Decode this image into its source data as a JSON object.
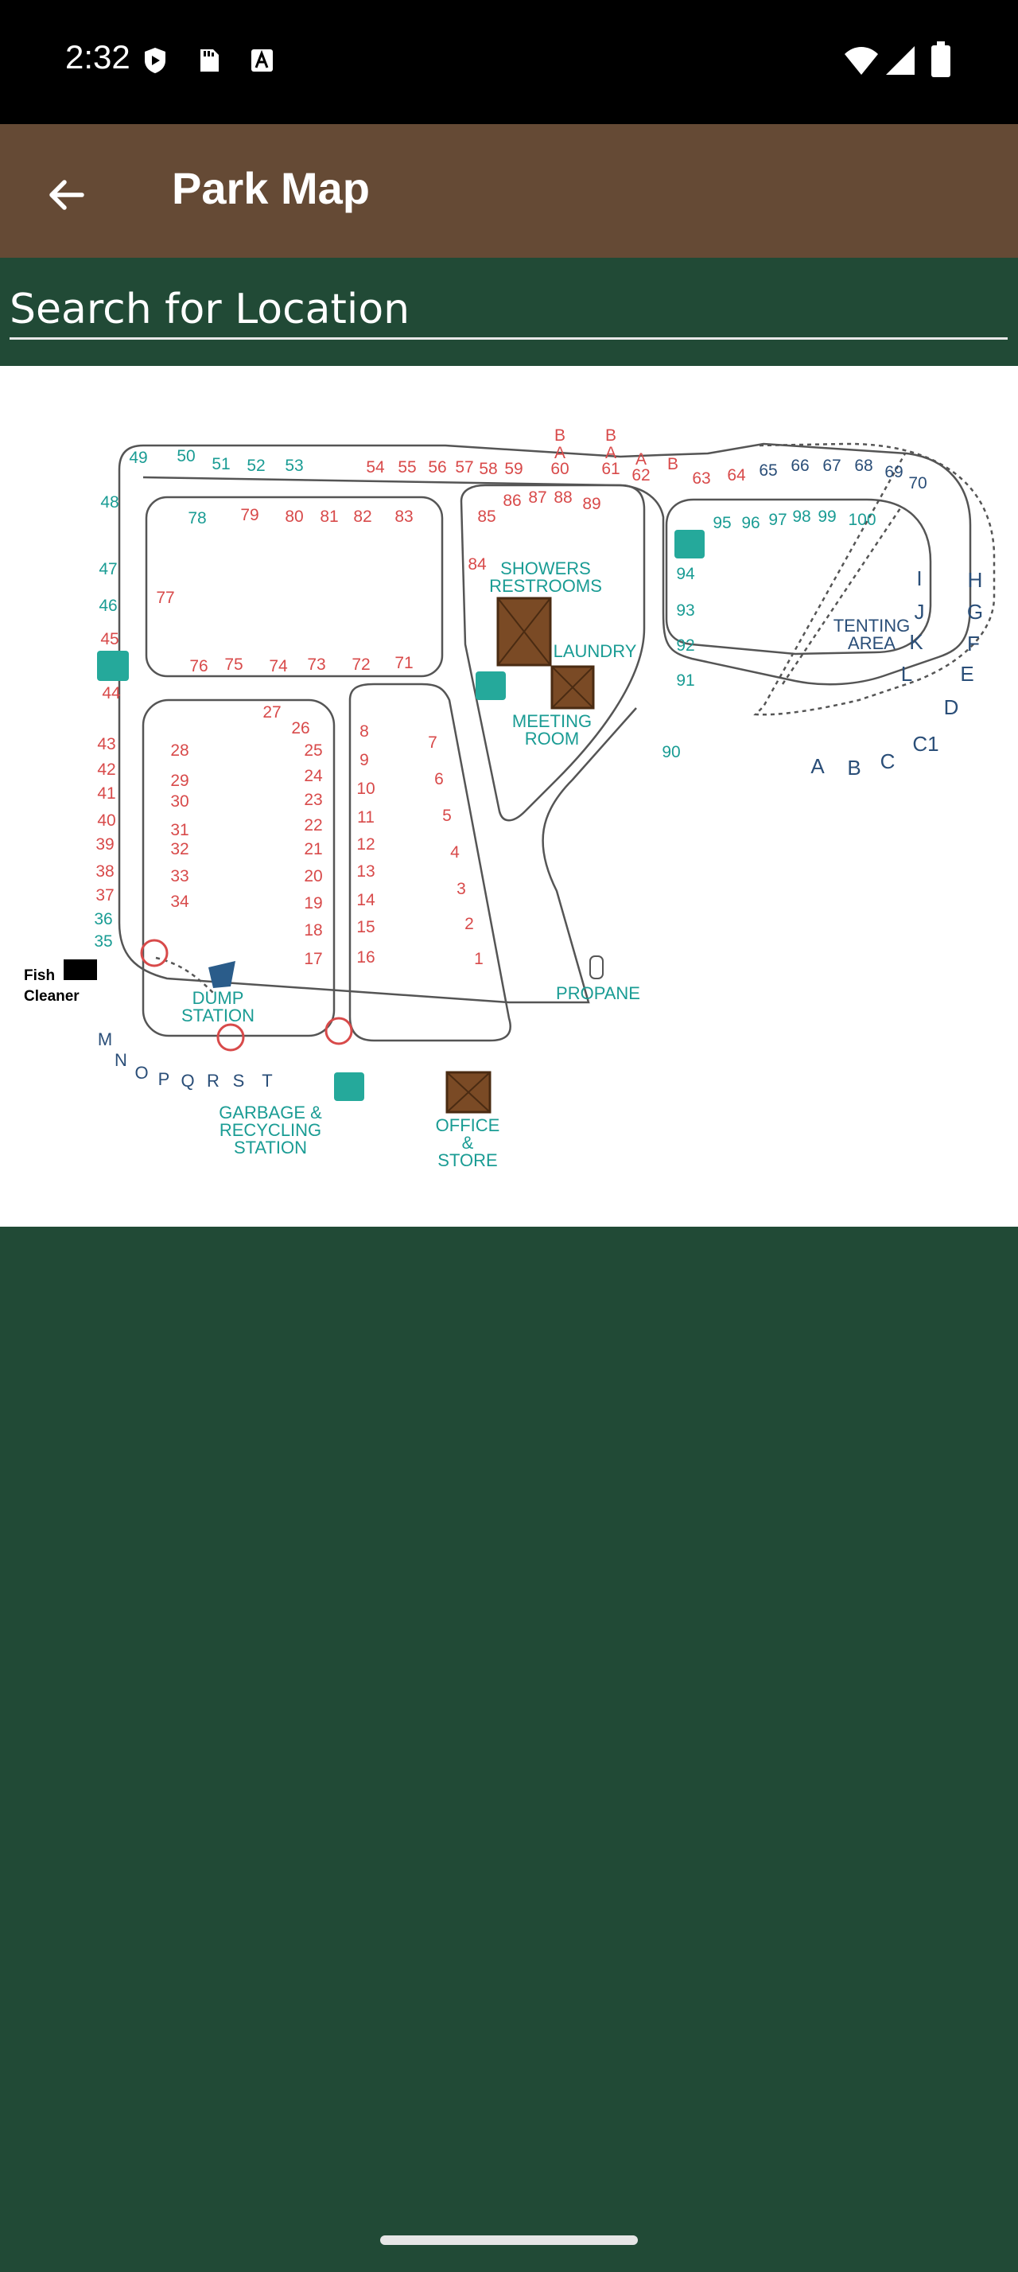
{
  "status_bar": {
    "time": "2:32"
  },
  "app_bar": {
    "title": "Park Map",
    "back_icon": "arrow-back-icon"
  },
  "search": {
    "placeholder": "Search for Location",
    "value": ""
  },
  "map": {
    "labels": {
      "showers": "SHOWERS",
      "restrooms": "RESTROOMS",
      "laundry": "LAUNDRY",
      "meeting": "MEETING",
      "room": "ROOM",
      "tenting": "TENTING",
      "area": "AREA",
      "dump": "DUMP",
      "station": "STATION",
      "propane": "PROPANE",
      "garbage": "GARBAGE &",
      "recycling": "RECYCLING",
      "station2": "STATION",
      "office": "OFFICE",
      "amp": "&",
      "store": "STORE",
      "fish": "Fish",
      "cleaner": "Cleaner"
    },
    "sites_top_row": [
      "49",
      "50",
      "51",
      "52",
      "53",
      "54",
      "55",
      "56",
      "57",
      "58",
      "59",
      "60",
      "61",
      "62",
      "63",
      "64",
      "65",
      "66",
      "67",
      "68",
      "69",
      "70"
    ],
    "sites_left_col": [
      "48",
      "47",
      "46",
      "45",
      "44",
      "43",
      "42",
      "41",
      "40",
      "39",
      "38",
      "37",
      "36",
      "35"
    ],
    "sites_inner_top": [
      "78",
      "79",
      "80",
      "81",
      "82",
      "83",
      "77",
      "76",
      "75",
      "74",
      "73",
      "72",
      "71"
    ],
    "sites_center_left": [
      "28",
      "29",
      "30",
      "31",
      "32",
      "33",
      "34",
      "27",
      "26",
      "25",
      "24",
      "23",
      "22",
      "21",
      "20",
      "19",
      "18",
      "17"
    ],
    "sites_center_right": [
      "8",
      "9",
      "10",
      "11",
      "12",
      "13",
      "14",
      "15",
      "16",
      "7",
      "6",
      "5",
      "4",
      "3",
      "2",
      "1"
    ],
    "sites_upper_mid": [
      "84",
      "85",
      "86",
      "87",
      "88",
      "89",
      "B",
      "A",
      "B",
      "A",
      "A",
      "B"
    ],
    "sites_right_loop": [
      "95",
      "96",
      "97",
      "98",
      "99",
      "100",
      "94",
      "93",
      "92",
      "91",
      "90"
    ],
    "tent_sites": [
      "H",
      "G",
      "F",
      "E",
      "D",
      "C1",
      "C",
      "B",
      "A",
      "I",
      "J",
      "K",
      "L"
    ],
    "bottom_sites": [
      "M",
      "N",
      "O",
      "P",
      "Q",
      "R",
      "S",
      "T"
    ]
  }
}
